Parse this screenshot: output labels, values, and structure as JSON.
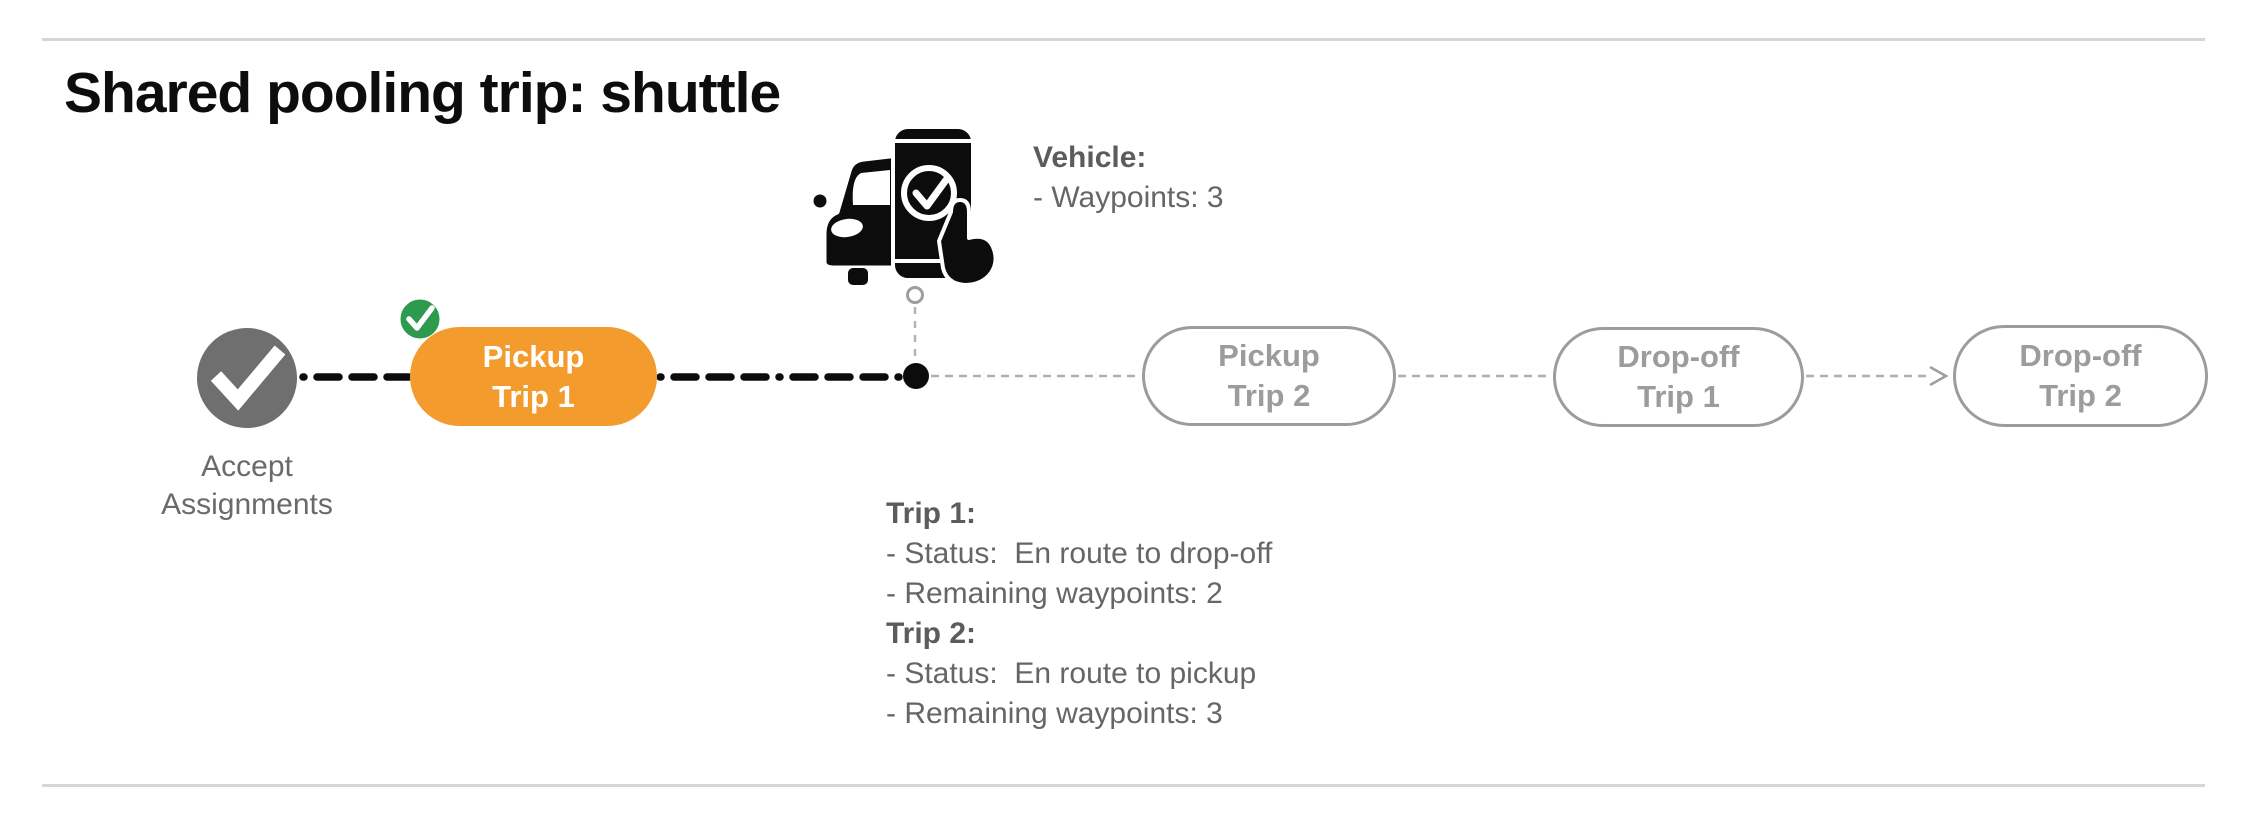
{
  "header": {
    "title": "Shared pooling trip: shuttle"
  },
  "vehicle_info": {
    "title": "Vehicle:",
    "lines": [
      "- Waypoints: 3"
    ]
  },
  "trip_info": {
    "trip1_title": "Trip 1:",
    "trip1_lines": [
      "- Status:  En route to drop-off",
      "- Remaining waypoints: 2"
    ],
    "trip2_title": "Trip 2:",
    "trip2_lines": [
      "- Status:  En route to pickup",
      "- Remaining waypoints: 3"
    ]
  },
  "timeline": {
    "start_node": {
      "label_line1": "Accept",
      "label_line2": "Assignments",
      "status": "completed"
    },
    "nodes": [
      {
        "line1": "Pickup",
        "line2": "Trip 1",
        "state": "completed-active"
      },
      {
        "line1": "Pickup",
        "line2": "Trip 2",
        "state": "upcoming"
      },
      {
        "line1": "Drop-off",
        "line2": "Trip 1",
        "state": "upcoming"
      },
      {
        "line1": "Drop-off",
        "line2": "Trip 2",
        "state": "upcoming"
      }
    ]
  },
  "icons": {
    "start_node": "check-icon",
    "active_badge": "check-badge-icon",
    "vehicle_marker": "car-with-phone-check-icon",
    "pending_connector_end": "arrow-head-icon"
  },
  "colors": {
    "active_node_fill": "#F39C2D",
    "active_badge_green": "#2E9A4D",
    "completed_node_gray": "#6F6F6F",
    "upcoming_outline_gray": "#9C9C9C",
    "connector_done_black": "#0C0C0C",
    "connector_pending_gray": "#B0B0B0",
    "divider_gray": "#D6D6D6"
  }
}
